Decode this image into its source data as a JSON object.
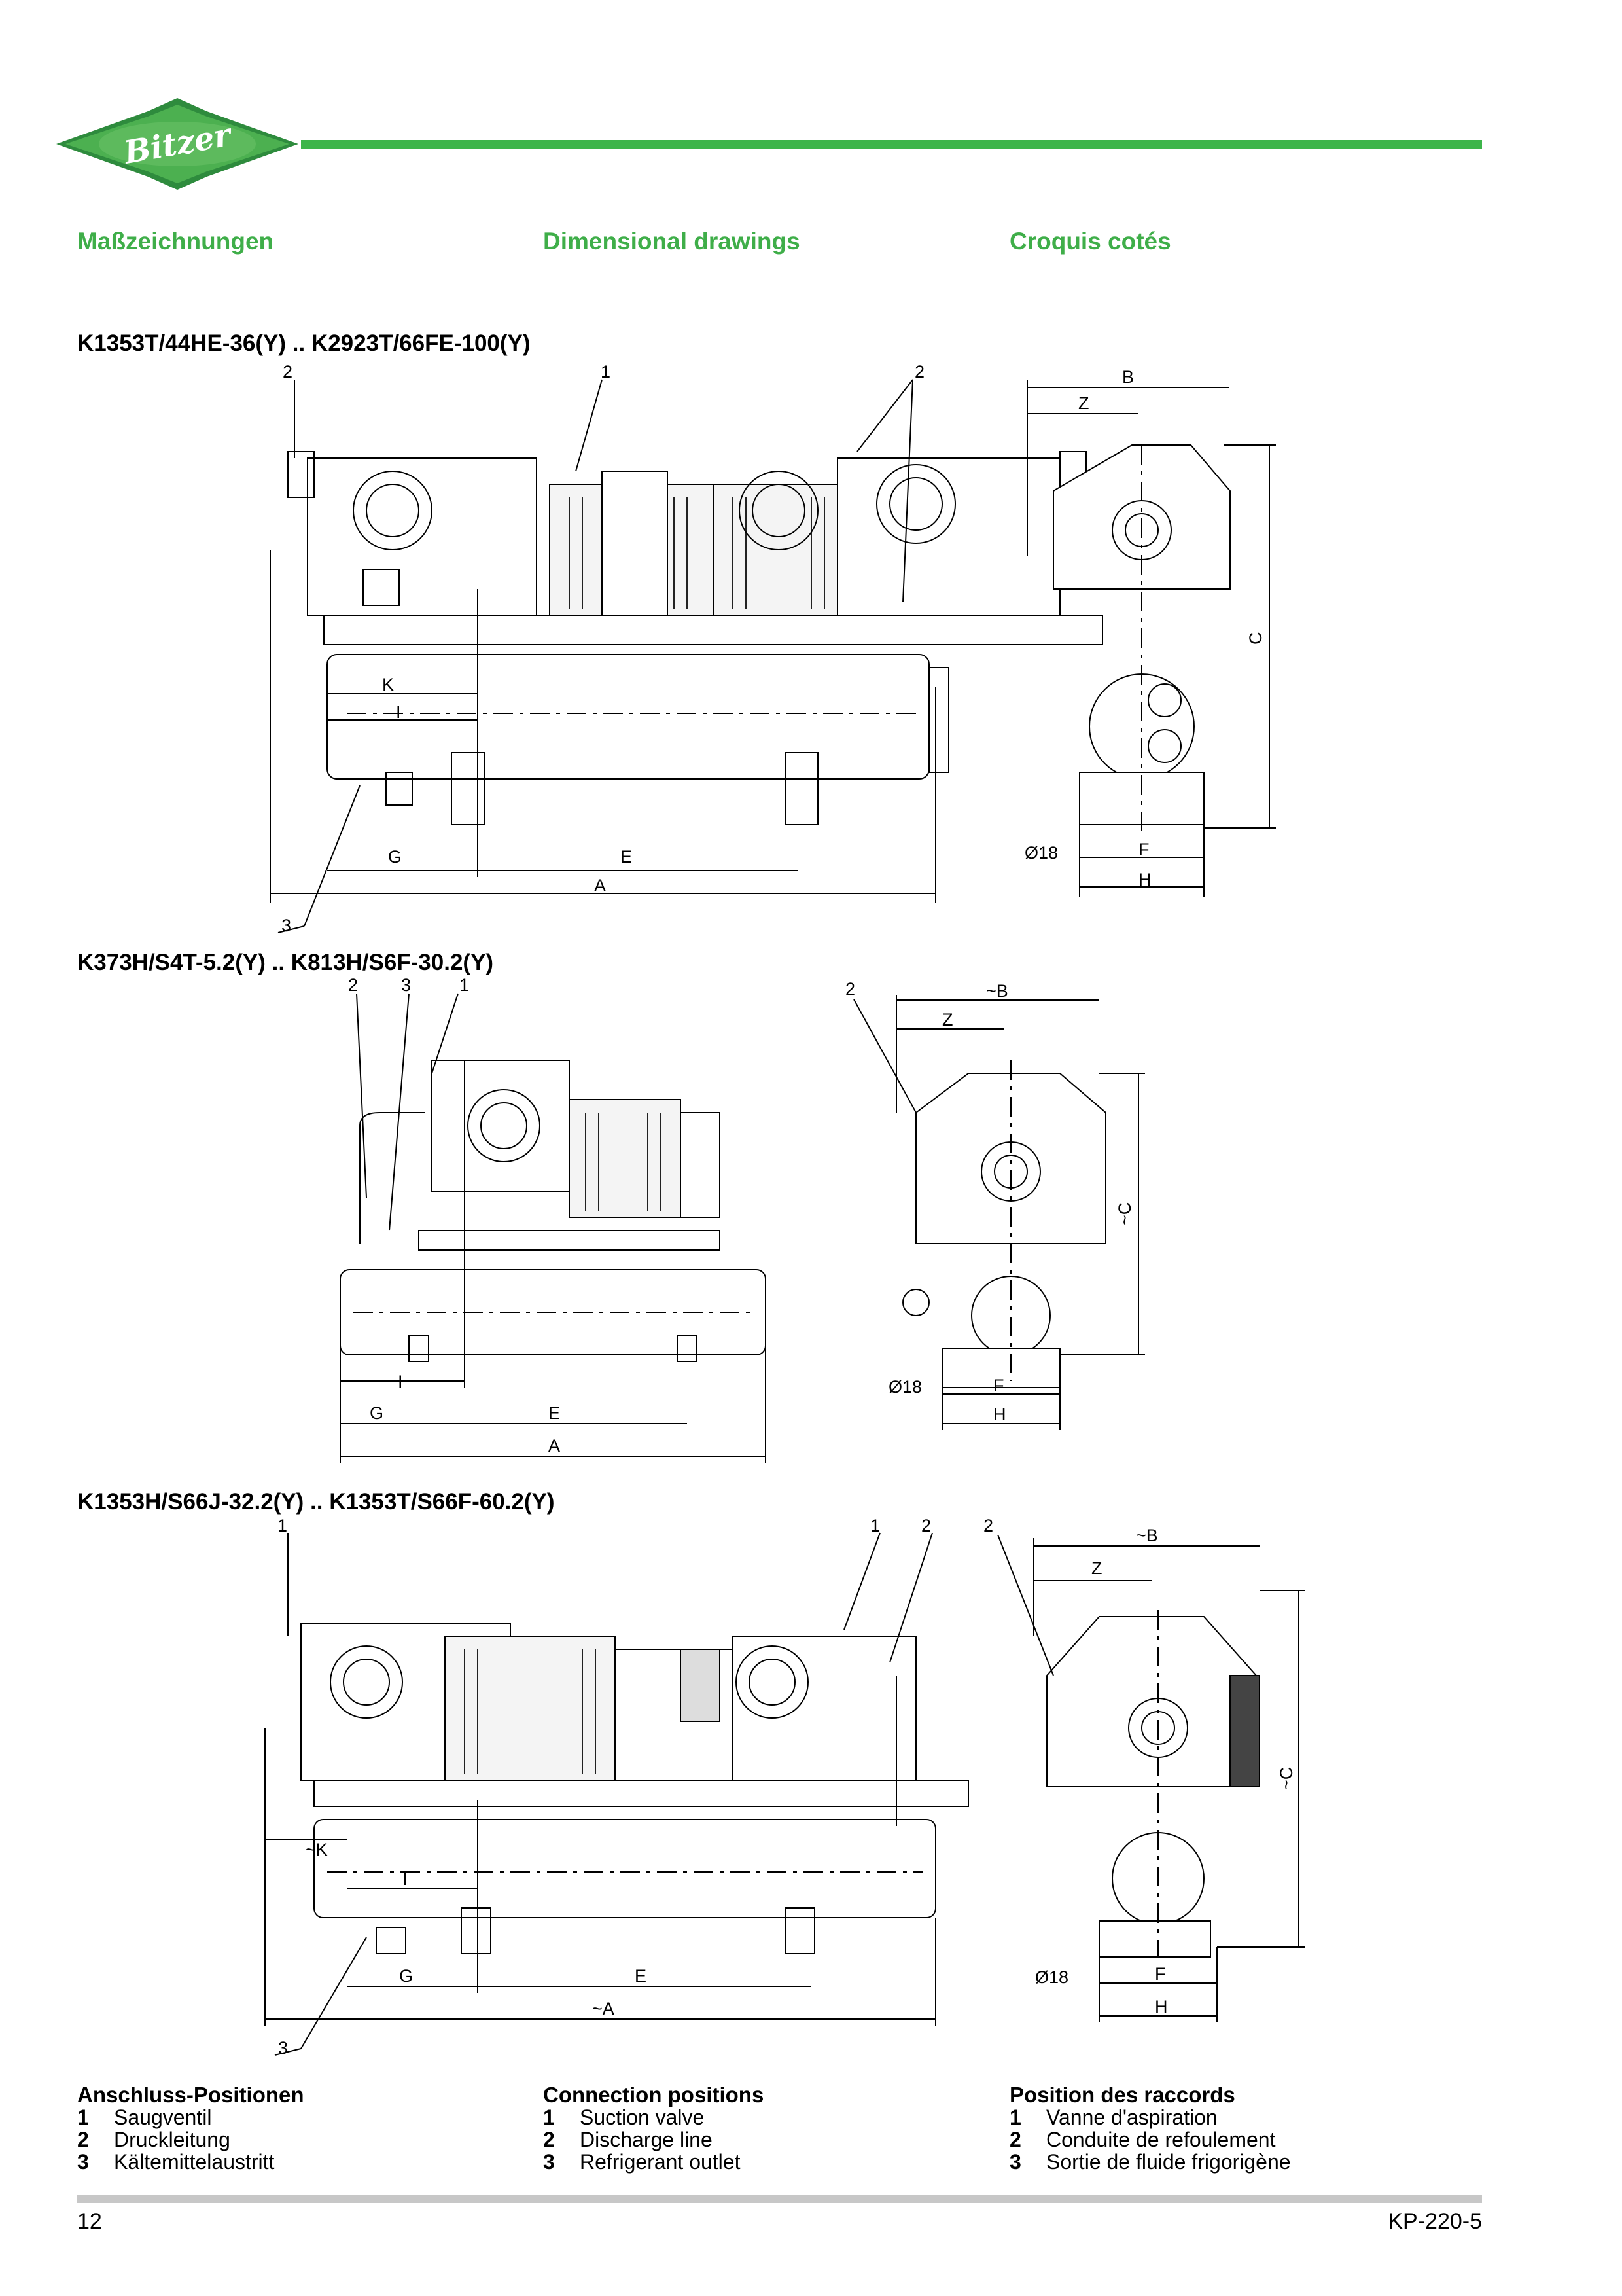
{
  "header": {
    "logo_text": "Bitzer",
    "title_de": "Maßzeichnungen",
    "title_en": "Dimensional drawings",
    "title_fr": "Croquis cotés"
  },
  "models": [
    {
      "title": "K1353T/44HE-36(Y) .. K2923T/66FE-100(Y)",
      "callouts_front": [
        "2",
        "1",
        "2",
        "3"
      ],
      "dims_front": [
        "K",
        "I",
        "G",
        "E",
        "A"
      ],
      "dims_side": [
        "B",
        "Z",
        "C",
        "Ø18",
        "F",
        "H"
      ]
    },
    {
      "title": "K373H/S4T-5.2(Y) .. K813H/S6F-30.2(Y)",
      "callouts_front": [
        "2",
        "3",
        "1"
      ],
      "callouts_side": [
        "2"
      ],
      "dims_front": [
        "I",
        "G",
        "E",
        "A"
      ],
      "dims_side": [
        "~B",
        "Z",
        "~C",
        "Ø18",
        "F",
        "H"
      ]
    },
    {
      "title": "K1353H/S66J-32.2(Y) .. K1353T/S66F-60.2(Y)",
      "callouts_front": [
        "1",
        "1",
        "2",
        "3"
      ],
      "callouts_side": [
        "2"
      ],
      "dims_front": [
        "~K",
        "I",
        "G",
        "E",
        "~A"
      ],
      "dims_side": [
        "~B",
        "Z",
        "~C",
        "Ø18",
        "F",
        "H"
      ]
    }
  ],
  "legend": [
    {
      "heading": "Anschluss-Positionen",
      "items": [
        {
          "num": "1",
          "text": "Saugventil"
        },
        {
          "num": "2",
          "text": "Druckleitung"
        },
        {
          "num": "3",
          "text": "Kältemittelaustritt"
        }
      ]
    },
    {
      "heading": "Connection positions",
      "items": [
        {
          "num": "1",
          "text": "Suction valve"
        },
        {
          "num": "2",
          "text": "Discharge line"
        },
        {
          "num": "3",
          "text": "Refrigerant outlet"
        }
      ]
    },
    {
      "heading": "Position des raccords",
      "items": [
        {
          "num": "1",
          "text": "Vanne d'aspiration"
        },
        {
          "num": "2",
          "text": "Conduite de refoulement"
        },
        {
          "num": "3",
          "text": "Sortie de fluide frigorigène"
        }
      ]
    }
  ],
  "footer": {
    "page_number": "12",
    "doc_code": "KP-220-5"
  },
  "colors": {
    "brand_green": "#3db54a",
    "heading_green": "#3fae49",
    "footer_bar": "#c7c7c7"
  }
}
